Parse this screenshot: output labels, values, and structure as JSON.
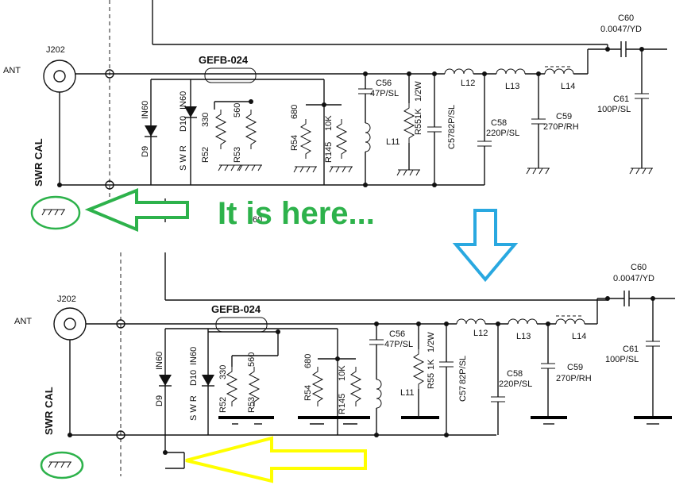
{
  "colors": {
    "annotation_green": "#2db24b",
    "arrow_blue": "#29a8e0",
    "arrow_yellow": "#ffff00",
    "ink": "#111111"
  },
  "annotation": {
    "text": "It is here..."
  },
  "labels": {
    "ant": "ANT",
    "j202": "J202",
    "swr_cal": "SWR CAL",
    "gefb": "GEFB-024",
    "in60": "IN60",
    "d9": "D9",
    "d10": "D10",
    "swr": "S W R",
    "r52": "R52",
    "r52v": "330",
    "r53": "R53",
    "r53v": "560",
    "r54": "R54",
    "r54v": "680",
    "r145": "R145",
    "r145v": "10K",
    "c56": "C56",
    "c56v": "47P/SL",
    "l11": "L11",
    "r55": "R55",
    "r55v": "1K",
    "r55w": "1/2W",
    "c57": "C57",
    "c57v": "82P/SL",
    "l12": "L12",
    "l13": "L13",
    "l14": "L14",
    "c58": "C58",
    "c58v": "220P/SL",
    "c59": "C59",
    "c59v": "270P/RH",
    "c60": "C60",
    "c60v": "0.0047/YD",
    "c61": "C61",
    "c61v": "100P/SL",
    "partial": "60"
  }
}
